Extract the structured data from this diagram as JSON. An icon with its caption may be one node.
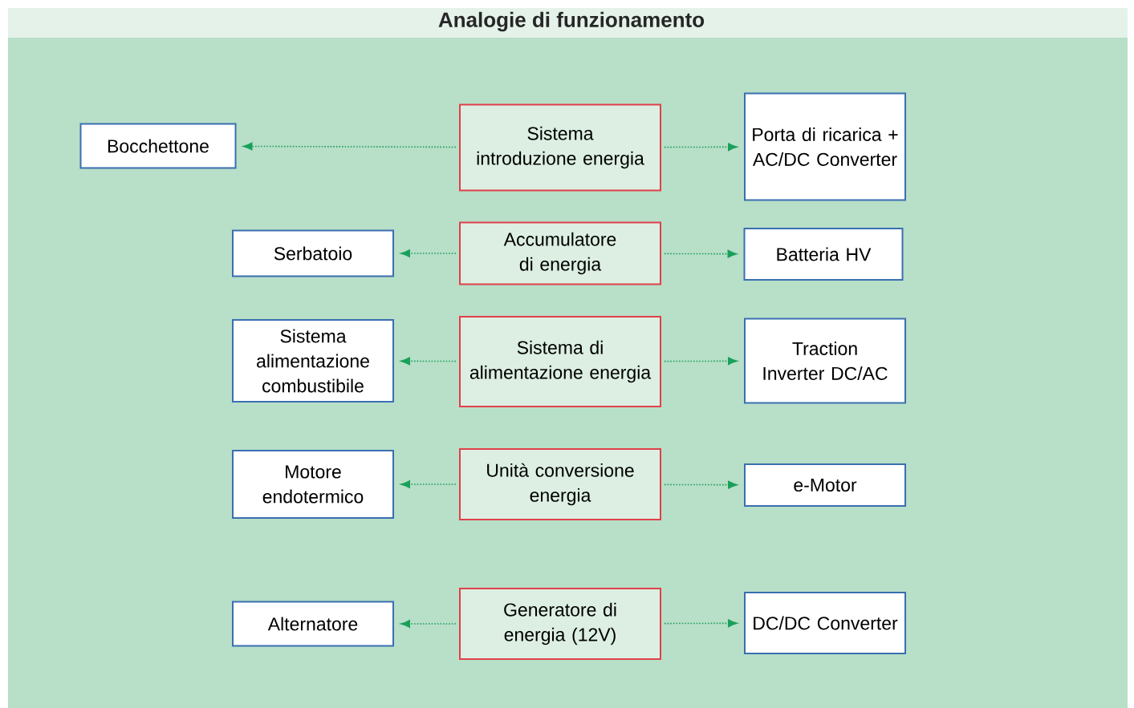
{
  "diagram": {
    "title": "Analogie di funzionamento",
    "nodes": [
      {
        "text": [
          "Bocchettone"
        ]
      },
      {
        "text": [
          "Sistema introduzione energia"
        ]
      },
      {
        "text": [
          "Porta di ricarica + AC/DC Converter"
        ]
      },
      {
        "text": [
          "Serbatoio"
        ]
      },
      {
        "text": [
          "Accumulatore di energia"
        ]
      },
      {
        "text": [
          "Batteria HV"
        ]
      },
      {
        "text": [
          "Sistema alimentazione combustibile"
        ]
      },
      {
        "text": [
          "Sistema di alimentazione energia"
        ]
      },
      {
        "text": [
          "Traction Inverter DC/AC"
        ]
      },
      {
        "text": [
          "Motore endotermico"
        ]
      },
      {
        "text": [
          "Unità conversione energia"
        ]
      },
      {
        "text": [
          "e-Motor"
        ]
      },
      {
        "text": [
          "Alternatore"
        ]
      },
      {
        "text": [
          "Generatore di energia (12V)"
        ]
      },
      {
        "text": [
          "DC/DC Converter"
        ]
      }
    ],
    "edges": [
      {
        "from": 1,
        "to": 0,
        "arrow": "to"
      },
      {
        "from": 1,
        "to": 2,
        "arrow": "to"
      },
      {
        "from": 4,
        "to": 3,
        "arrow": "to"
      },
      {
        "from": 4,
        "to": 5,
        "arrow": "to"
      },
      {
        "from": 7,
        "to": 6,
        "arrow": "to"
      },
      {
        "from": 7,
        "to": 8,
        "arrow": "to"
      },
      {
        "from": 10,
        "to": 9,
        "arrow": "to"
      },
      {
        "from": 10,
        "to": 11,
        "arrow": "to"
      },
      {
        "from": 13,
        "to": 12,
        "arrow": "to"
      },
      {
        "from": 13,
        "to": 14,
        "arrow": "to"
      }
    ]
  }
}
